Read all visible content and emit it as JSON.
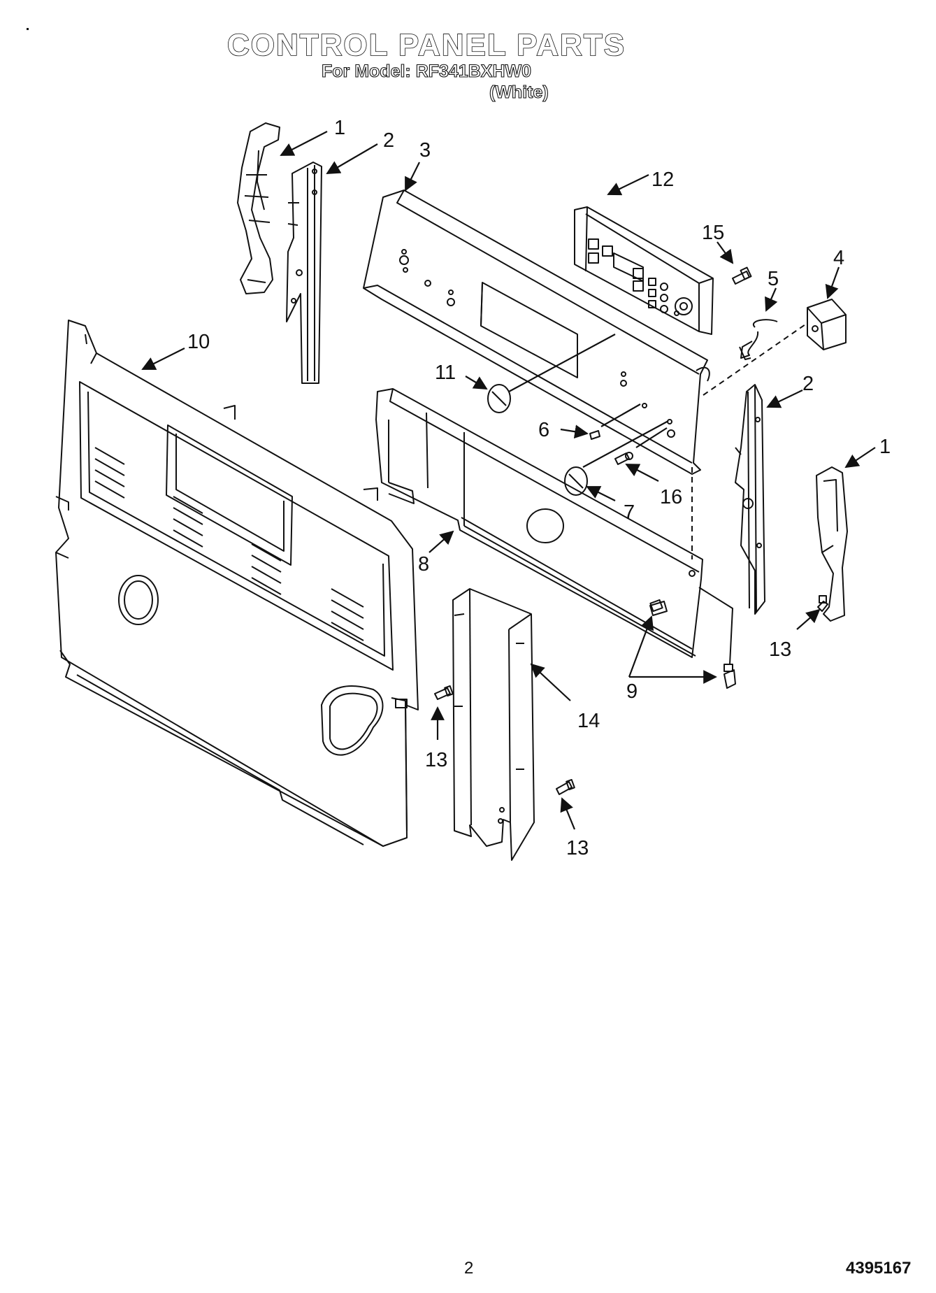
{
  "header": {
    "title": "CONTROL PANEL PARTS",
    "model_line": "For Model: RF341BXHW0",
    "color_line": "(White)"
  },
  "callouts": [
    {
      "id": "c1a",
      "label": "1"
    },
    {
      "id": "c2a",
      "label": "2"
    },
    {
      "id": "c3",
      "label": "3"
    },
    {
      "id": "c12",
      "label": "12"
    },
    {
      "id": "c15",
      "label": "15"
    },
    {
      "id": "c5",
      "label": "5"
    },
    {
      "id": "c4",
      "label": "4"
    },
    {
      "id": "c10",
      "label": "10"
    },
    {
      "id": "c11",
      "label": "11"
    },
    {
      "id": "c2b",
      "label": "2"
    },
    {
      "id": "c1b",
      "label": "1"
    },
    {
      "id": "c6",
      "label": "6"
    },
    {
      "id": "c16",
      "label": "16"
    },
    {
      "id": "c7",
      "label": "7"
    },
    {
      "id": "c8",
      "label": "8"
    },
    {
      "id": "c13a",
      "label": "13"
    },
    {
      "id": "c9",
      "label": "9"
    },
    {
      "id": "c14",
      "label": "14"
    },
    {
      "id": "c13b",
      "label": "13"
    },
    {
      "id": "c13c",
      "label": "13"
    }
  ],
  "footer": {
    "page_number": "2",
    "document_number": "4395167"
  }
}
